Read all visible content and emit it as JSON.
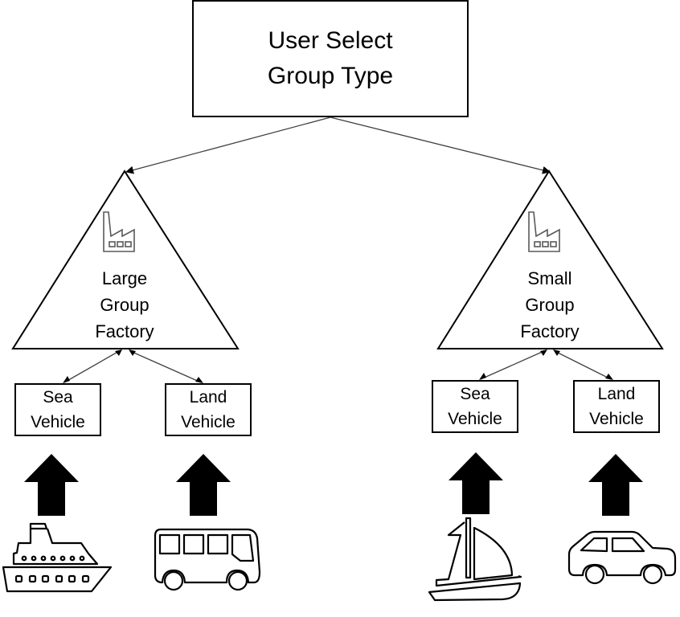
{
  "root": {
    "lines": [
      "User Select",
      "Group Type"
    ]
  },
  "factories": [
    {
      "id": "large",
      "label_lines": [
        "Large",
        "Group",
        "Factory"
      ],
      "icon": "factory-icon",
      "products": [
        {
          "label_lines": [
            "Sea",
            "Vehicle"
          ],
          "icon": "cruise-ship-icon"
        },
        {
          "label_lines": [
            "Land",
            "Vehicle"
          ],
          "icon": "bus-icon"
        }
      ]
    },
    {
      "id": "small",
      "label_lines": [
        "Small",
        "Group",
        "Factory"
      ],
      "icon": "factory-icon",
      "products": [
        {
          "label_lines": [
            "Sea",
            "Vehicle"
          ],
          "icon": "sailboat-icon"
        },
        {
          "label_lines": [
            "Land",
            "Vehicle"
          ],
          "icon": "car-icon"
        }
      ]
    }
  ],
  "colors": {
    "stroke": "#000000",
    "icon_stroke": "#595959",
    "connector": "#404040",
    "background": "#ffffff"
  }
}
